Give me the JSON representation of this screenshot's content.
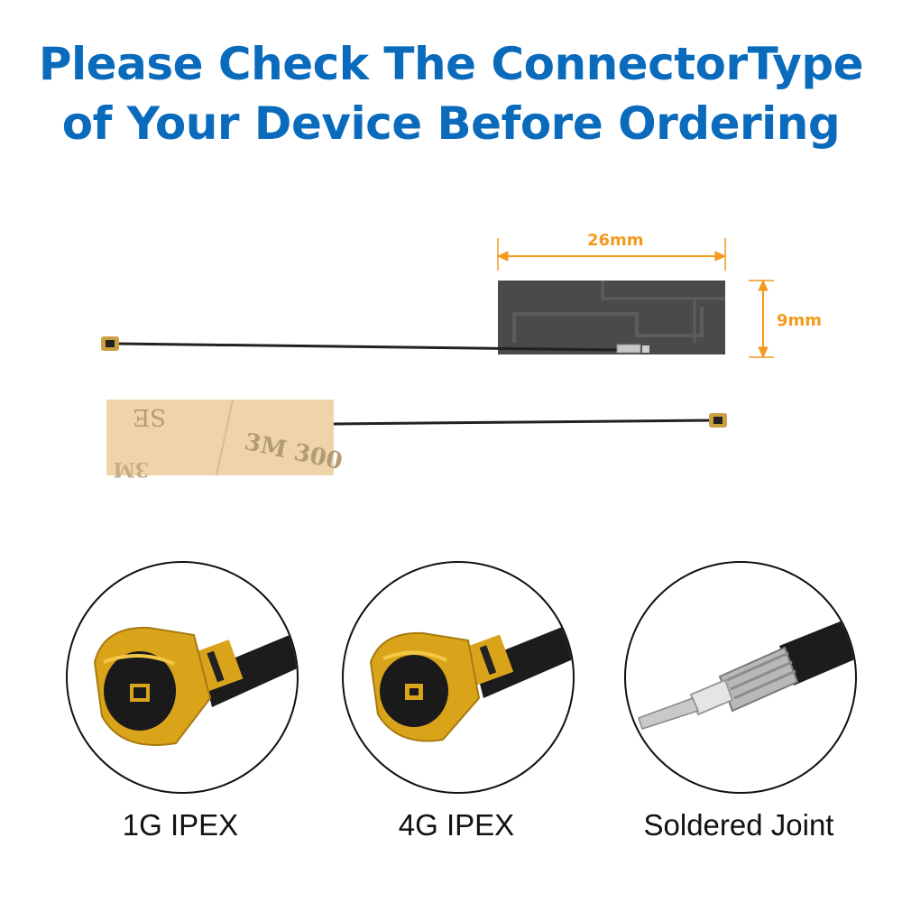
{
  "headline": {
    "line1": "Please Check The ConnectorType",
    "line2": "of Your Device Before Ordering"
  },
  "dimensions": {
    "width_label": "26mm",
    "height_label": "9mm"
  },
  "adhesive_back_text": {
    "top": "SE",
    "brand": "3M 300",
    "mirror": "3M"
  },
  "connectors": [
    {
      "label": "1G IPEX",
      "icon": "ipex-1g-connector-icon"
    },
    {
      "label": "4G IPEX",
      "icon": "ipex-4g-connector-icon"
    },
    {
      "label": "Soldered Joint",
      "icon": "soldered-joint-icon"
    }
  ],
  "colors": {
    "headline": "#0a6bbd",
    "dimension": "#f39a1e",
    "antenna": "#4a4a4a",
    "tape": "#efd4aa",
    "gold": "#d9a41a"
  }
}
